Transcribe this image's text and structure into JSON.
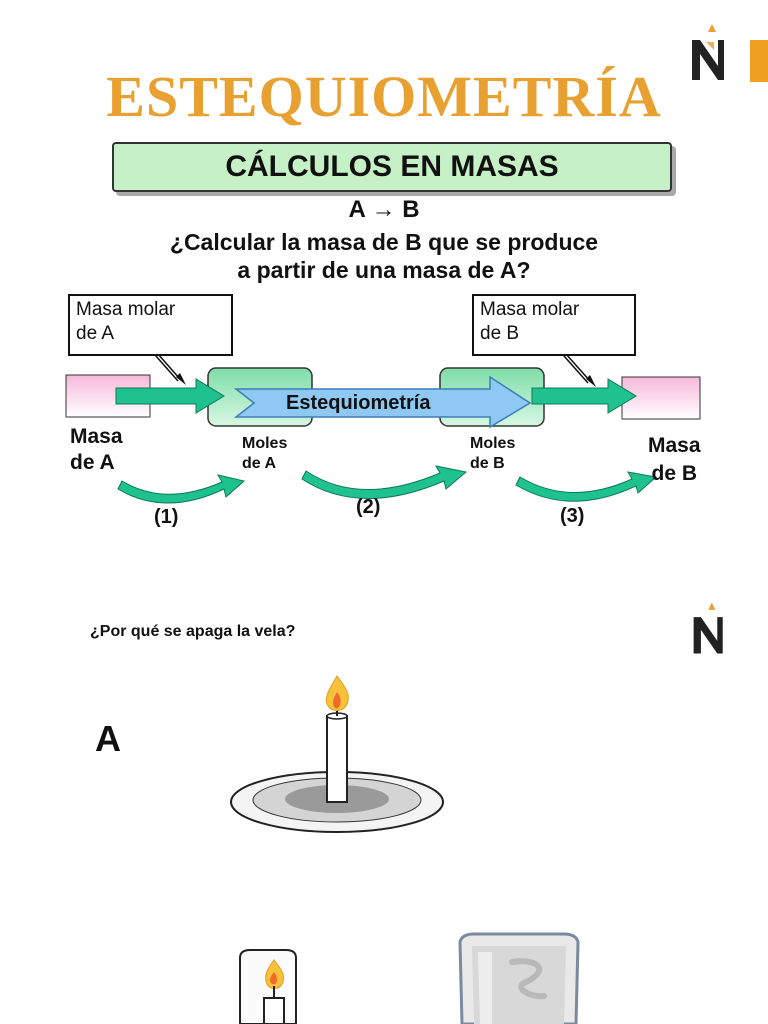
{
  "slide1": {
    "title": "ESTEQUIOMETRÍA",
    "banner": "CÁLCULOS EN MASAS",
    "reaction": "A → B",
    "question_line1": "¿Calcular la masa de B que se produce",
    "question_line2": "a partir de una masa de A?",
    "box_a_line1": "Masa molar",
    "box_a_line2": "de A",
    "box_b_line1": "Masa molar",
    "box_b_line2": "de B",
    "center_arrow": "Estequiometría",
    "masa_a_line1": "Masa",
    "masa_a_line2": "de A",
    "moles_a_line1": "Moles",
    "moles_a_line2": "de A",
    "moles_b_line1": "Moles",
    "moles_b_line2": "de B",
    "masa_b_line1": "Masa",
    "masa_b_line2": "de B",
    "step1": "(1)",
    "step2": "(2)",
    "step3": "(3)"
  },
  "slide2": {
    "question": "¿Por qué se apaga la vela?",
    "label_a": "A"
  },
  "colors": {
    "title": "#E8A030",
    "banner_bg": "#C6F0C6",
    "arrow_teal": "#1FC28F",
    "pink_box": "#F7B8DA",
    "mole_box": "#9FE6B8",
    "center_arrow": "#8FC8F2",
    "accent_orange": "#F0A020"
  },
  "icons": [
    "logo-n-icon",
    "candle-icon",
    "jar-candle-icon",
    "jar-icon"
  ]
}
